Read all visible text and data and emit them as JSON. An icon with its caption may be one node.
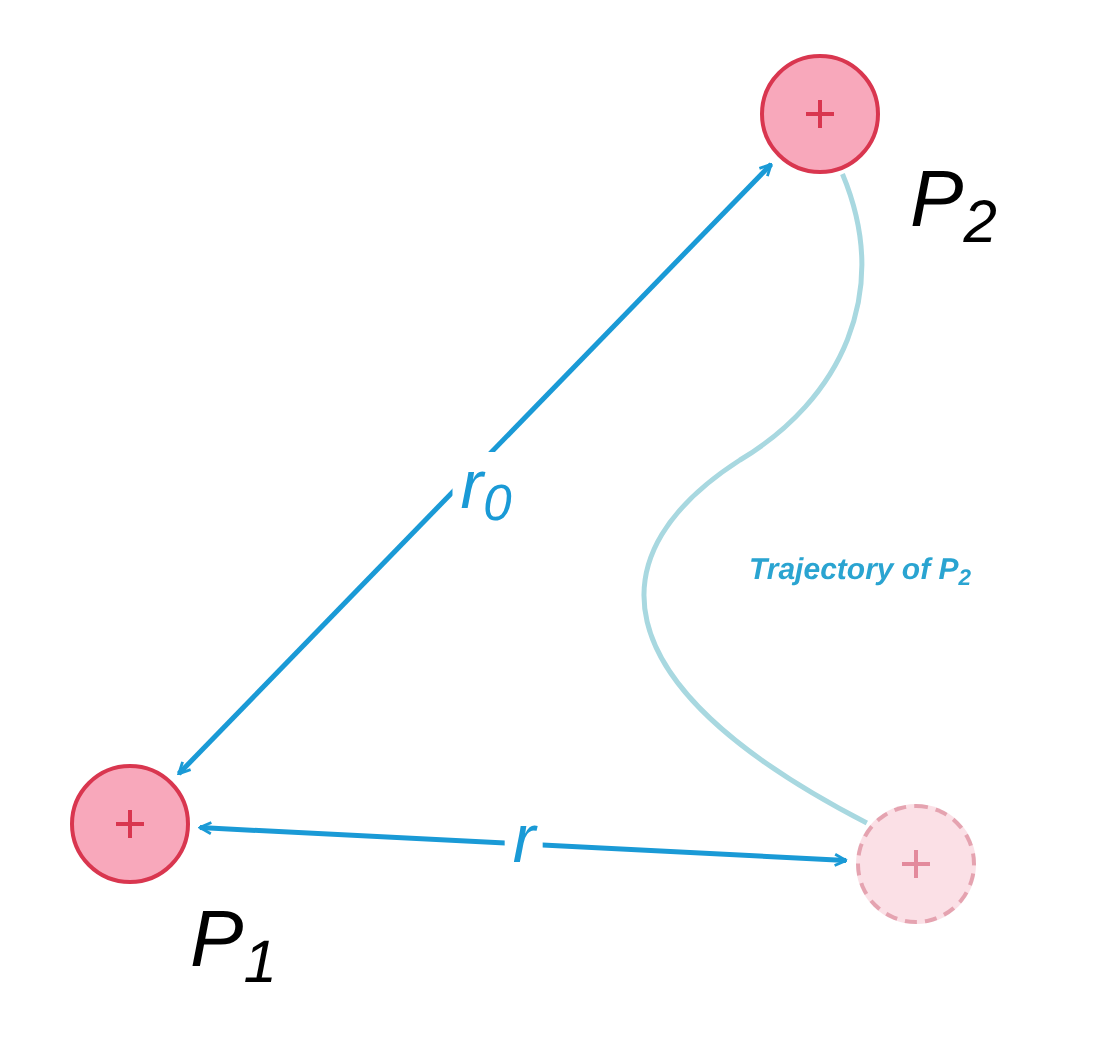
{
  "diagram": {
    "nodes": [
      {
        "text": [],
        "shape": "circle",
        "beside": [
          "P$_{1}$"
        ]
      },
      {
        "text": [],
        "shape": "circle",
        "beside": [
          "P$_{2}$"
        ]
      },
      {
        "text": [],
        "shape": "circle"
      }
    ],
    "edges": [
      {
        "from": 0,
        "to": 1,
        "arrow": "both",
        "label": "r$_{0}$"
      },
      {
        "from": 0,
        "to": 2,
        "arrow": "both",
        "label": "r"
      },
      {
        "from": 1,
        "to": 2,
        "arrow": "none",
        "label": "Trajectory of P$_{2}$",
        "color": "#a8d8e0"
      }
    ]
  }
}
